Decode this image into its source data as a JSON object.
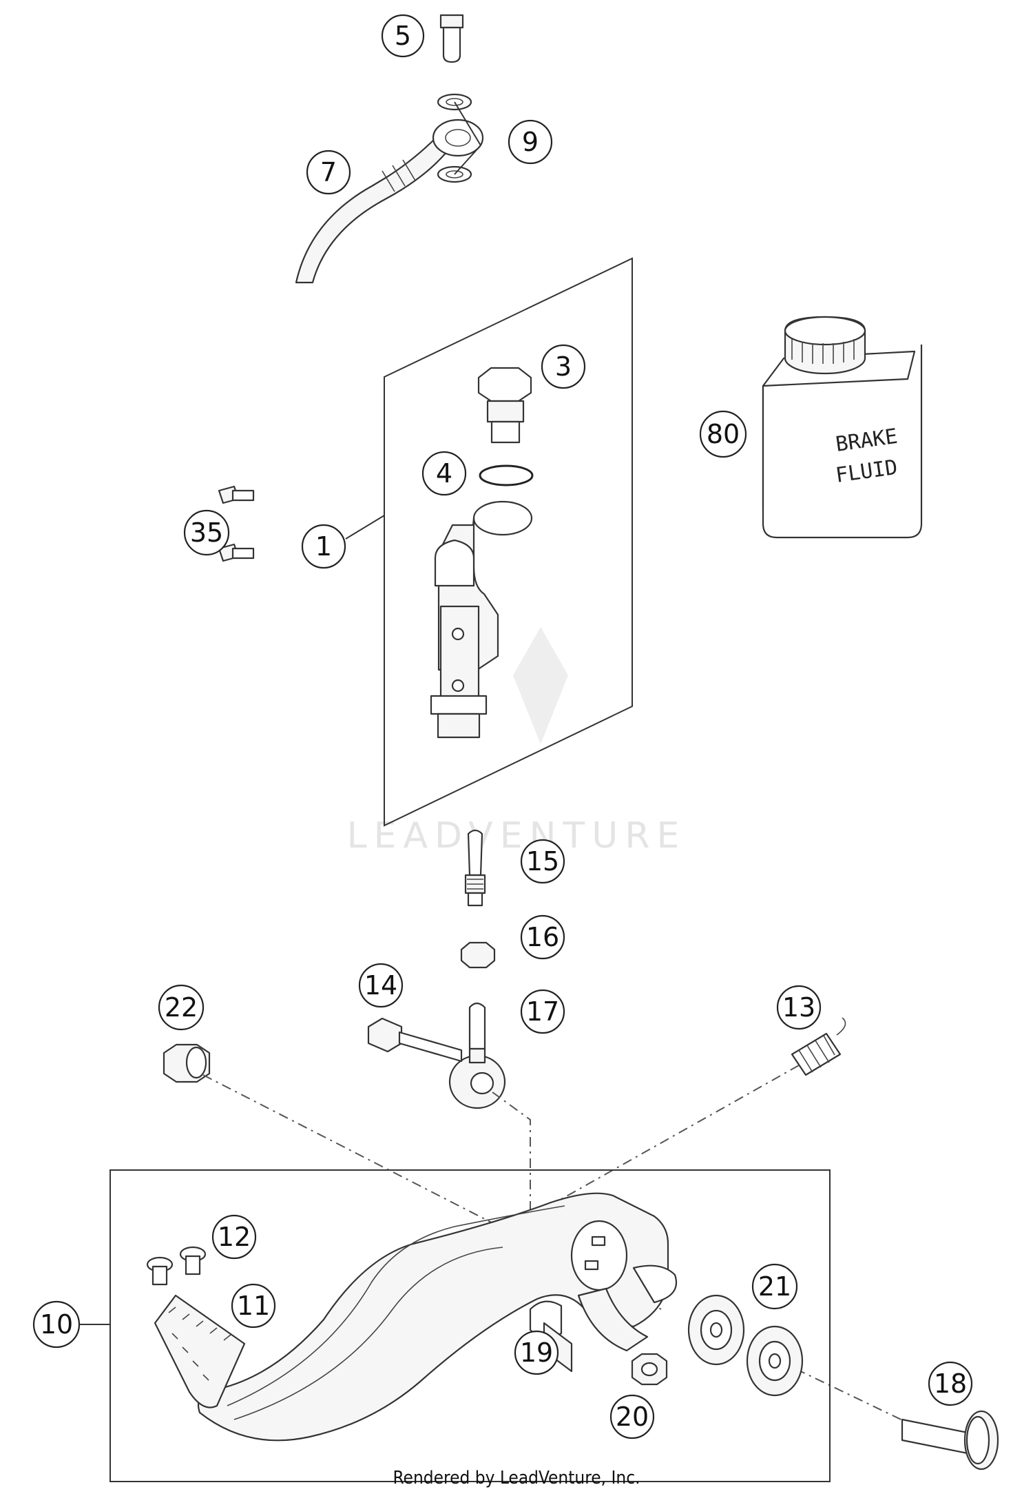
{
  "watermark": "LEADVENTURE",
  "footer": "Rendered by LeadVenture, Inc.",
  "fluid_can_label": [
    "BRAKE",
    "FLUID"
  ],
  "callouts": [
    "5",
    "9",
    "7",
    "3",
    "80",
    "4",
    "35",
    "1",
    "15",
    "16",
    "14",
    "17",
    "22",
    "13",
    "12",
    "10",
    "11",
    "21",
    "19",
    "18",
    "20"
  ]
}
